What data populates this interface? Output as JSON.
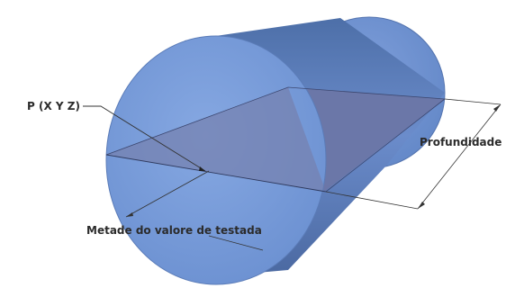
{
  "labels": {
    "point": "P (X Y Z)",
    "depth": "Profundidade",
    "half_frontage": "Metade do valore de testada"
  },
  "colors": {
    "cylinder_face": "#7c9fd8",
    "cylinder_body": "#5f82bf",
    "plane": "#6e7aa8",
    "line": "#333333"
  }
}
